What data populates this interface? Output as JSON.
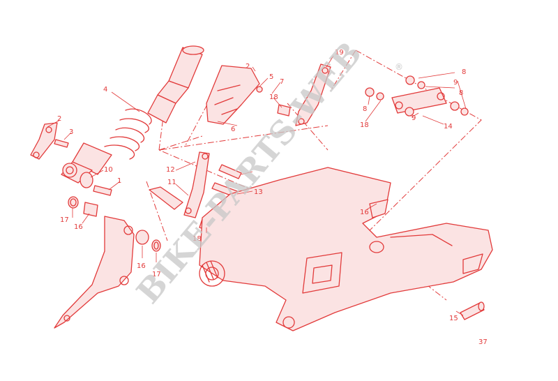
{
  "diagram": {
    "callouts": [
      "1",
      "2",
      "3",
      "4",
      "5",
      "6",
      "7",
      "8",
      "8",
      "8",
      "9",
      "9",
      "10",
      "11",
      "12",
      "13",
      "14",
      "15",
      "16",
      "16",
      "17",
      "17",
      "18",
      "18",
      "18",
      "19"
    ],
    "page_number": "37",
    "watermark": "BIKE-PARTS-WEB",
    "watermark_mark": "®",
    "line_color": "#e23a3a",
    "watermark_color": "#c8c8c8"
  }
}
